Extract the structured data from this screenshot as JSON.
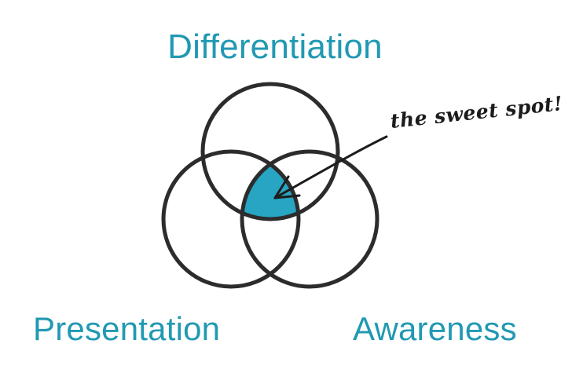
{
  "labels": {
    "top": "Differentiation",
    "left": "Presentation",
    "right": "Awareness"
  },
  "annotation": "the sweet spot!",
  "colors": {
    "label": "#2199b3",
    "intersection_fill": "#27a5c2",
    "circle_stroke": "#2c2c2c",
    "annotation_text": "#1c1c1c",
    "arrow": "#1c1c1c"
  }
}
